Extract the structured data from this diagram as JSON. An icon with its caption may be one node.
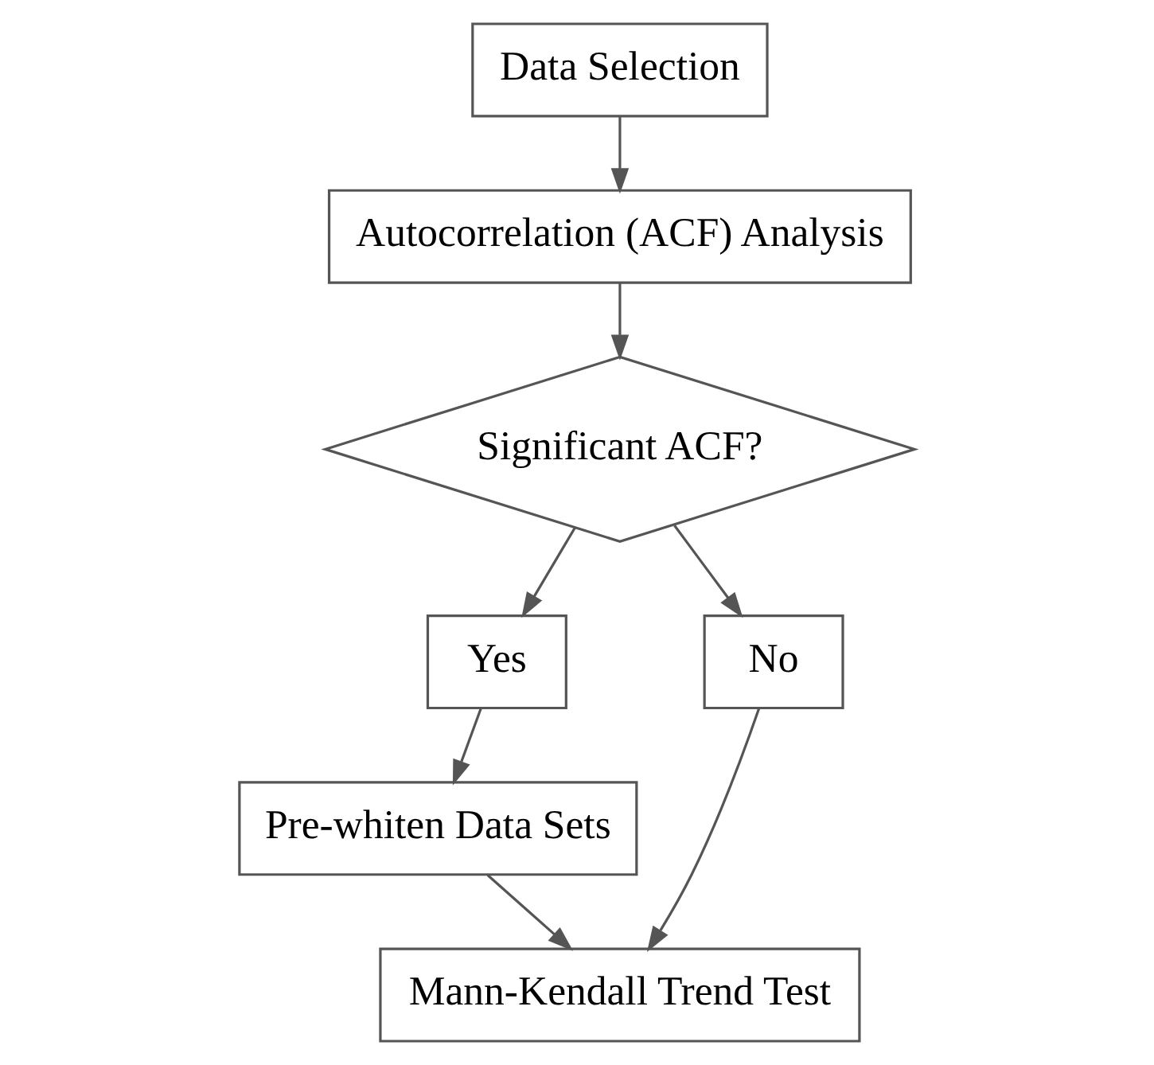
{
  "diagram": {
    "nodes": [
      {
        "text": [
          "Data Selection"
        ]
      },
      {
        "text": [
          "Autocorrelation (ACF) Analysis"
        ]
      },
      {
        "text": [
          "Significant ACF?"
        ]
      },
      {
        "text": [
          "Yes"
        ]
      },
      {
        "text": [
          "No"
        ]
      },
      {
        "text": [
          "Pre-whiten Data Sets"
        ]
      },
      {
        "text": [
          "Mann-Kendall Trend Test"
        ]
      }
    ],
    "edges": [
      {
        "from": 0,
        "to": 1,
        "arrow": "to"
      },
      {
        "from": 1,
        "to": 2,
        "arrow": "to"
      },
      {
        "from": 2,
        "to": 3,
        "arrow": "to"
      },
      {
        "from": 2,
        "to": 4,
        "arrow": "to"
      },
      {
        "from": 3,
        "to": 5,
        "arrow": "to"
      },
      {
        "from": 5,
        "to": 6,
        "arrow": "to"
      },
      {
        "from": 4,
        "to": 6,
        "arrow": "to"
      }
    ]
  }
}
